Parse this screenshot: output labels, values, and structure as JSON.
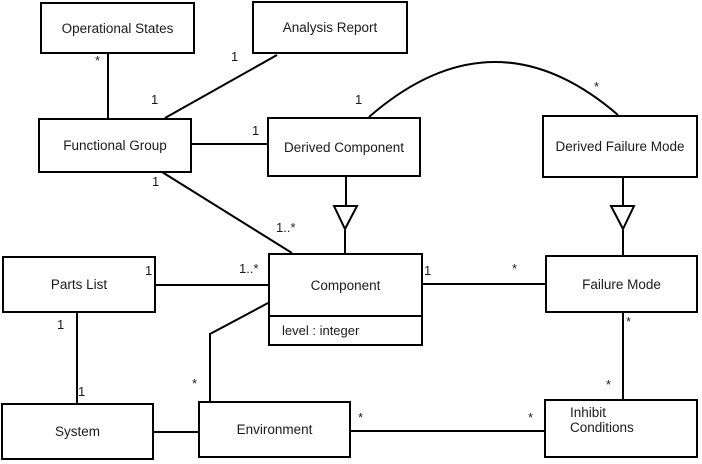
{
  "diagram": {
    "kind": "uml-class-diagram",
    "colors": {
      "background": "#ffffff",
      "line": "#000000",
      "text": "#1a1a1a"
    },
    "classes": {
      "operational_states": {
        "name": "Operational States"
      },
      "analysis_report": {
        "name": "Analysis Report"
      },
      "functional_group": {
        "name": "Functional Group"
      },
      "derived_component": {
        "name": "Derived Component"
      },
      "derived_failure_mode": {
        "name": "Derived Failure Mode"
      },
      "parts_list": {
        "name": "Parts List"
      },
      "component": {
        "name": "Component",
        "attributes": [
          "level : integer"
        ]
      },
      "failure_mode": {
        "name": "Failure Mode"
      },
      "system": {
        "name": "System"
      },
      "environment": {
        "name": "Environment"
      },
      "inhibit_conditions": {
        "name": "Inhibit Conditions",
        "name_lines": [
          "Inhibit",
          "Conditions"
        ]
      }
    },
    "multiplicities": [
      {
        "id": "os-star",
        "text": "*"
      },
      {
        "id": "fg-os-one",
        "text": "1"
      },
      {
        "id": "ar-one",
        "text": "1"
      },
      {
        "id": "dc-left-one",
        "text": "1"
      },
      {
        "id": "arc-dc-one",
        "text": "1"
      },
      {
        "id": "arc-dfm-star",
        "text": "*"
      },
      {
        "id": "fg-comp-one",
        "text": "1"
      },
      {
        "id": "fg-comp-onestar",
        "text": "1..*"
      },
      {
        "id": "pl-comp-one",
        "text": "1"
      },
      {
        "id": "pl-comp-onestar",
        "text": "1..*"
      },
      {
        "id": "comp-fm-one",
        "text": "1"
      },
      {
        "id": "comp-fm-star",
        "text": "*"
      },
      {
        "id": "pl-sys-one-top",
        "text": "1"
      },
      {
        "id": "pl-sys-one-bottom",
        "text": "1"
      },
      {
        "id": "comp-env-star",
        "text": "*"
      },
      {
        "id": "fm-inh-star-top",
        "text": "*"
      },
      {
        "id": "fm-inh-star-bottom",
        "text": "*"
      },
      {
        "id": "env-inh-star-left",
        "text": "*"
      },
      {
        "id": "env-inh-star-right",
        "text": "*"
      }
    ]
  }
}
